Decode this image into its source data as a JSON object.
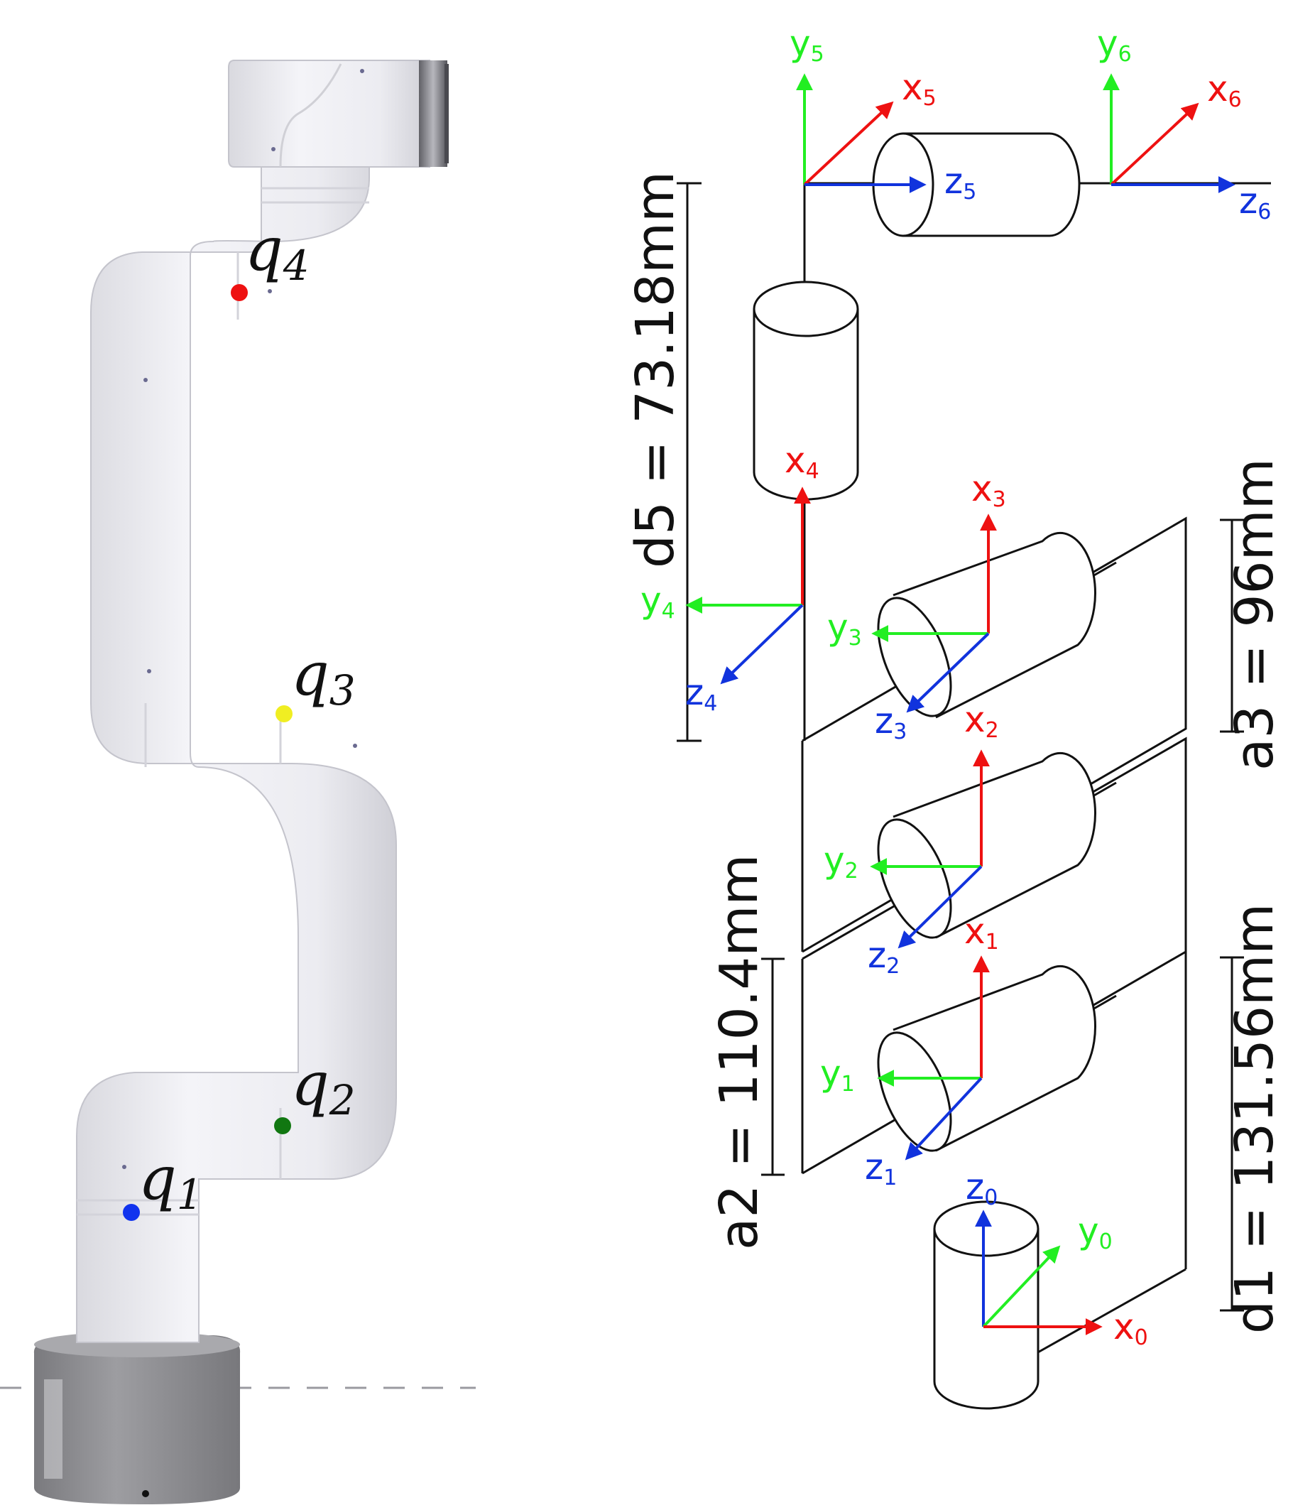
{
  "colors": {
    "x_axis": "#ee1111",
    "y_axis": "#22ee22",
    "z_axis": "#1133dd",
    "q1": "#1133ee",
    "q2": "#117711",
    "q3": "#f0ee22",
    "q4": "#ee1111",
    "robot_body": "#ececf0",
    "robot_base": "#8d8d90"
  },
  "robot": {
    "joints": [
      {
        "id": "q1",
        "letter": "q",
        "sub": "1"
      },
      {
        "id": "q2",
        "letter": "q",
        "sub": "2"
      },
      {
        "id": "q3",
        "letter": "q",
        "sub": "3"
      },
      {
        "id": "q4",
        "letter": "q",
        "sub": "4"
      }
    ]
  },
  "dimensions": {
    "d5": "d5 = 73.18mm",
    "a3": "a3 = 96mm",
    "a2": "a2 = 110.4mm",
    "d1": "d1 = 131.56mm"
  },
  "frames": {
    "f0": {
      "x": "x",
      "y": "y",
      "z": "z",
      "sub": "0"
    },
    "f1": {
      "x": "x",
      "y": "y",
      "z": "z",
      "sub": "1"
    },
    "f2": {
      "x": "x",
      "y": "y",
      "z": "z",
      "sub": "2"
    },
    "f3": {
      "x": "x",
      "y": "y",
      "z": "z",
      "sub": "3"
    },
    "f4": {
      "x": "x",
      "y": "y",
      "z": "z",
      "sub": "4"
    },
    "f5": {
      "x": "x",
      "y": "y",
      "z": "z",
      "sub": "5"
    },
    "f6": {
      "x": "x",
      "y": "y",
      "z": "z",
      "sub": "6"
    }
  }
}
